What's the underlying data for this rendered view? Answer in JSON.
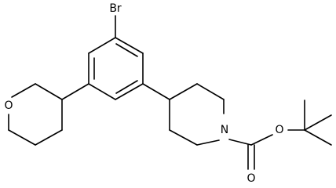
{
  "structure": {
    "atoms": {
      "br": "Br",
      "ring_oxygen": "O",
      "piperidine_nitrogen": "N",
      "ester_oxygen": "O",
      "carbonyl_oxygen": "O"
    }
  }
}
